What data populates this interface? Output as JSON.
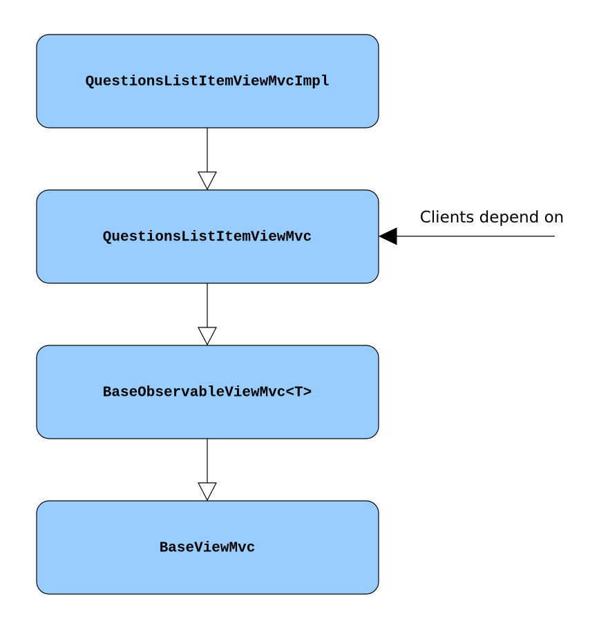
{
  "diagram": {
    "nodes": [
      {
        "id": "impl",
        "label": "QuestionsListItemViewMvcImpl"
      },
      {
        "id": "iface",
        "label": "QuestionsListItemViewMvc"
      },
      {
        "id": "base-observable",
        "label": "BaseObservableViewMvc<T>"
      },
      {
        "id": "base",
        "label": "BaseViewMvc"
      }
    ],
    "edges": [
      {
        "from": "impl",
        "to": "iface",
        "arrow": "hollow-triangle"
      },
      {
        "from": "iface",
        "to": "base-observable",
        "arrow": "hollow-triangle"
      },
      {
        "from": "base-observable",
        "to": "base",
        "arrow": "hollow-triangle"
      }
    ],
    "annotation": {
      "text": "Clients depend on",
      "target": "iface",
      "arrow": "filled-triangle"
    },
    "colors": {
      "node_fill": "#99ccff",
      "stroke": "#000000",
      "background": "#ffffff"
    }
  }
}
